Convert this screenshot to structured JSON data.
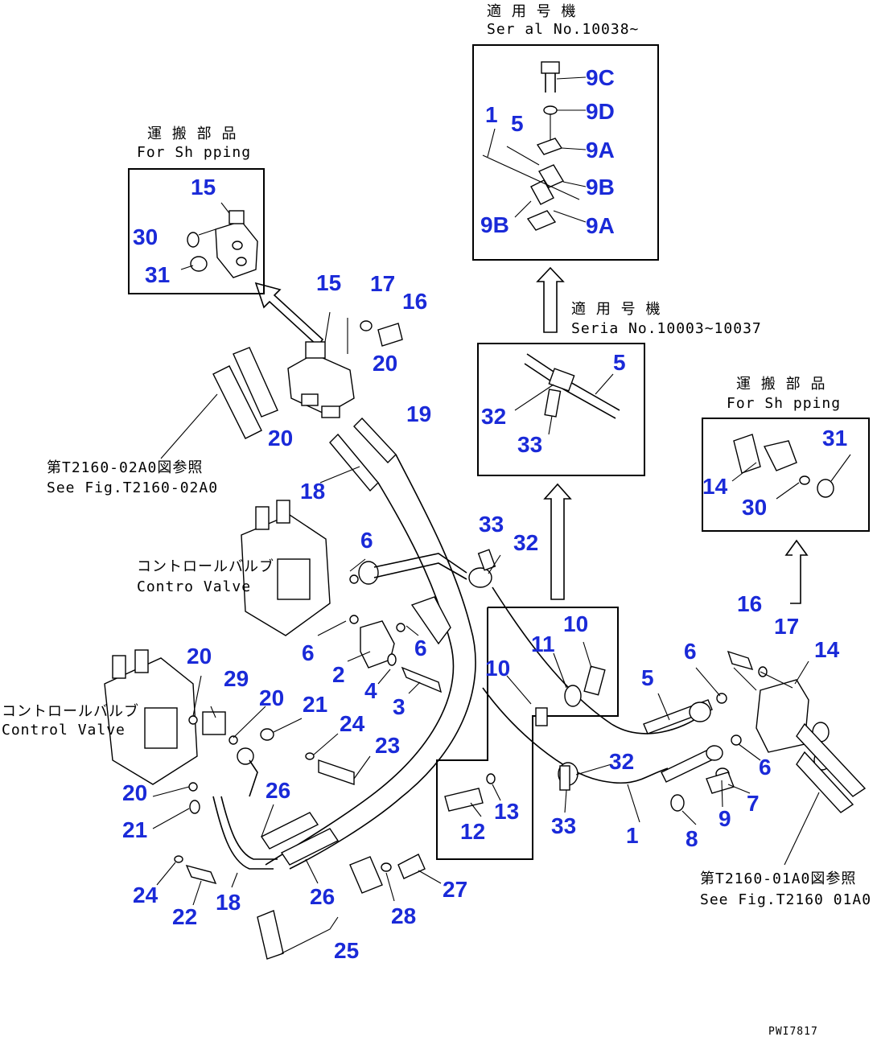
{
  "callouts": [
    {
      "key": "9C",
      "text": "9C"
    },
    {
      "key": "9D",
      "text": "9D"
    },
    {
      "key": "1top",
      "text": "1"
    },
    {
      "key": "5top",
      "text": "5"
    },
    {
      "key": "9A_1",
      "text": "9A"
    },
    {
      "key": "9B_1",
      "text": "9B"
    },
    {
      "key": "9B_2",
      "text": "9B"
    },
    {
      "key": "9A_2",
      "text": "9A"
    },
    {
      "key": "15box",
      "text": "15"
    },
    {
      "key": "30box",
      "text": "30"
    },
    {
      "key": "31box",
      "text": "31"
    },
    {
      "key": "15",
      "text": "15"
    },
    {
      "key": "17a",
      "text": "17"
    },
    {
      "key": "16a",
      "text": "16"
    },
    {
      "key": "20a",
      "text": "20"
    },
    {
      "key": "20b",
      "text": "20"
    },
    {
      "key": "19",
      "text": "19"
    },
    {
      "key": "18a",
      "text": "18"
    },
    {
      "key": "5mid",
      "text": "5"
    },
    {
      "key": "32mid",
      "text": "32"
    },
    {
      "key": "33mid",
      "text": "33"
    },
    {
      "key": "31r",
      "text": "31"
    },
    {
      "key": "14r",
      "text": "14"
    },
    {
      "key": "30r",
      "text": "30"
    },
    {
      "key": "6a",
      "text": "6"
    },
    {
      "key": "33a",
      "text": "33"
    },
    {
      "key": "32a",
      "text": "32"
    },
    {
      "key": "6b",
      "text": "6"
    },
    {
      "key": "6c",
      "text": "6"
    },
    {
      "key": "2",
      "text": "2"
    },
    {
      "key": "4",
      "text": "4"
    },
    {
      "key": "3",
      "text": "3"
    },
    {
      "key": "10a",
      "text": "10"
    },
    {
      "key": "11",
      "text": "11"
    },
    {
      "key": "10b",
      "text": "10"
    },
    {
      "key": "16b",
      "text": "16"
    },
    {
      "key": "17b",
      "text": "17"
    },
    {
      "key": "14",
      "text": "14"
    },
    {
      "key": "6d",
      "text": "6"
    },
    {
      "key": "5low",
      "text": "5"
    },
    {
      "key": "6e",
      "text": "6"
    },
    {
      "key": "20c",
      "text": "20"
    },
    {
      "key": "29",
      "text": "29"
    },
    {
      "key": "20d",
      "text": "20"
    },
    {
      "key": "21a",
      "text": "21"
    },
    {
      "key": "24a",
      "text": "24"
    },
    {
      "key": "23",
      "text": "23"
    },
    {
      "key": "26a",
      "text": "26"
    },
    {
      "key": "20e",
      "text": "20"
    },
    {
      "key": "21b",
      "text": "21"
    },
    {
      "key": "24b",
      "text": "24"
    },
    {
      "key": "22",
      "text": "22"
    },
    {
      "key": "18b",
      "text": "18"
    },
    {
      "key": "26b",
      "text": "26"
    },
    {
      "key": "28",
      "text": "28"
    },
    {
      "key": "27",
      "text": "27"
    },
    {
      "key": "25",
      "text": "25"
    },
    {
      "key": "12",
      "text": "12"
    },
    {
      "key": "13",
      "text": "13"
    },
    {
      "key": "32b",
      "text": "32"
    },
    {
      "key": "33b",
      "text": "33"
    },
    {
      "key": "1low",
      "text": "1"
    },
    {
      "key": "7",
      "text": "7"
    },
    {
      "key": "9",
      "text": "9"
    },
    {
      "key": "8",
      "text": "8"
    }
  ],
  "captions": {
    "serial_top_jp": "適 用 号 機",
    "serial_top_en": "Ser al No.10038~",
    "shipping_left_jp": "運 搬 部 品",
    "shipping_left_en": "For Sh pping",
    "serial_mid_jp": "適 用 号 機",
    "serial_mid_en": "Seria  No.10003~10037",
    "shipping_right_jp": "運 搬 部 品",
    "shipping_right_en": "For Sh pping",
    "ref_a_jp": "第T2160-02A0図参照",
    "ref_a_en": "See Fig.T2160-02A0",
    "cv1_jp": "コントロールバルブ",
    "cv1_en": "Contro  Valve",
    "cv2_jp": "コントロールバルブ",
    "cv2_en": "Control Valve",
    "ref_b_jp": "第T2160-01A0図参照",
    "ref_b_en": "See Fig.T2160 01A0",
    "drawing_no": "PWI7817"
  }
}
